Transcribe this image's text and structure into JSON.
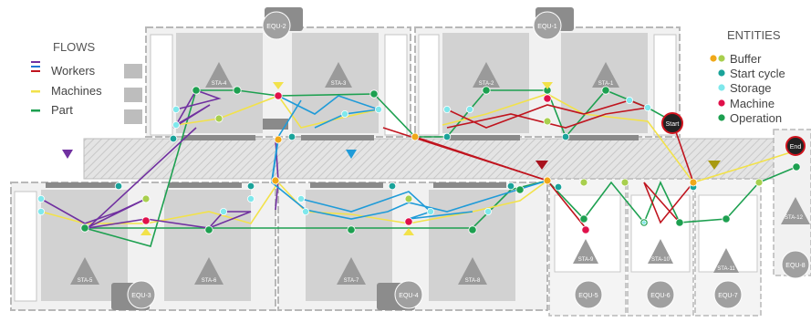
{
  "legend_flows": {
    "title": "FLOWS",
    "items": [
      {
        "label": "Workers",
        "colors": [
          "#7030a0",
          "#1f77d4",
          "#c0141e"
        ]
      },
      {
        "label": "Machines",
        "colors": [
          "#f2e24a"
        ]
      },
      {
        "label": "Part",
        "colors": [
          "#1da050"
        ]
      }
    ]
  },
  "legend_entities": {
    "title": "ENTITIES",
    "items": [
      {
        "label": "Buffer",
        "colors": [
          "#f0a818",
          "#a8cf4e"
        ]
      },
      {
        "label": "Start cycle",
        "colors": [
          "#1aa39a"
        ]
      },
      {
        "label": "Storage",
        "colors": [
          "#7fe8ec"
        ]
      },
      {
        "label": "Machine",
        "colors": [
          "#e0104a"
        ]
      },
      {
        "label": "Operation",
        "colors": [
          "#1da050"
        ]
      }
    ]
  },
  "stations": [
    "STA-1",
    "STA-2",
    "STA-3",
    "STA-4",
    "STA-5",
    "STA-6",
    "STA-7",
    "STA-8",
    "STA-9",
    "STA-10",
    "STA-11",
    "STA-12"
  ],
  "equipment": [
    "EQU-1",
    "EQU-2",
    "EQU-3",
    "EQU-4",
    "EQU-5",
    "EQU-6",
    "EQU-7",
    "EQU-8"
  ],
  "markers": {
    "start": "Start",
    "end": "End"
  },
  "colors": {
    "worker_purple": "#7030a0",
    "worker_blue": "#1f9bd8",
    "worker_red": "#c0141e",
    "machine_yellow": "#f2e24a",
    "part_green": "#1da050",
    "buffer_orange": "#f0a818",
    "buffer_lime": "#a8cf4e",
    "start_teal": "#1aa39a",
    "storage_cyan": "#7fe8ec",
    "machine_pink": "#e0104a"
  }
}
